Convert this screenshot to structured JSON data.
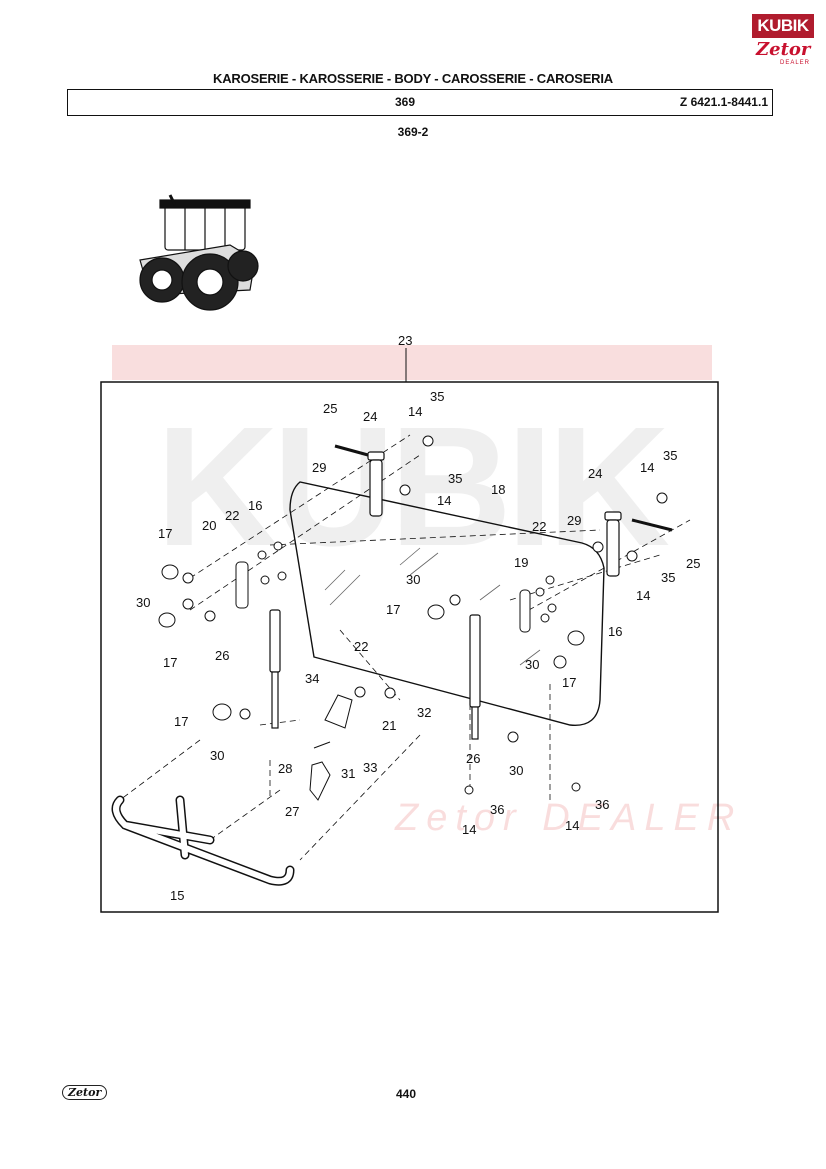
{
  "header": {
    "title": "KAROSERIE - KAROSSERIE - BODY - CAROSSERIE - CAROSERIA",
    "group_code": "369",
    "model_range": "Z 6421.1-8441.1",
    "subgroup": "369-2"
  },
  "logo": {
    "brand_line1": "KUBIK",
    "brand_line2": "Zetor",
    "brand_line3": "DEALER"
  },
  "footer": {
    "page_number": "440",
    "logo_text": "Zetor"
  },
  "watermark": {
    "text": "KUBIK",
    "sub": "Zetor DEALER"
  },
  "callouts": [
    {
      "id": "c23",
      "label": "23"
    },
    {
      "id": "c25a",
      "label": "25"
    },
    {
      "id": "c24a",
      "label": "24"
    },
    {
      "id": "c14a",
      "label": "14"
    },
    {
      "id": "c35a",
      "label": "35"
    },
    {
      "id": "c29a",
      "label": "29"
    },
    {
      "id": "c35b",
      "label": "35"
    },
    {
      "id": "c14b",
      "label": "14"
    },
    {
      "id": "c18",
      "label": "18"
    },
    {
      "id": "c24b",
      "label": "24"
    },
    {
      "id": "c14c",
      "label": "14"
    },
    {
      "id": "c35c",
      "label": "35"
    },
    {
      "id": "c22a",
      "label": "22"
    },
    {
      "id": "c16a",
      "label": "16"
    },
    {
      "id": "c20",
      "label": "20"
    },
    {
      "id": "c17a",
      "label": "17"
    },
    {
      "id": "c29b",
      "label": "29"
    },
    {
      "id": "c25b",
      "label": "25"
    },
    {
      "id": "c22b",
      "label": "22"
    },
    {
      "id": "c35d",
      "label": "35"
    },
    {
      "id": "c19",
      "label": "19"
    },
    {
      "id": "c30a",
      "label": "30"
    },
    {
      "id": "c14d",
      "label": "14"
    },
    {
      "id": "c30b",
      "label": "30"
    },
    {
      "id": "c17b",
      "label": "17"
    },
    {
      "id": "c16b",
      "label": "16"
    },
    {
      "id": "c17c",
      "label": "17"
    },
    {
      "id": "c26a",
      "label": "26"
    },
    {
      "id": "c30c",
      "label": "30"
    },
    {
      "id": "c17d",
      "label": "17"
    },
    {
      "id": "c22c",
      "label": "22"
    },
    {
      "id": "c34",
      "label": "34"
    },
    {
      "id": "c32",
      "label": "32"
    },
    {
      "id": "c21",
      "label": "21"
    },
    {
      "id": "c17e",
      "label": "17"
    },
    {
      "id": "c30d",
      "label": "30"
    },
    {
      "id": "c26b",
      "label": "26"
    },
    {
      "id": "c28",
      "label": "28"
    },
    {
      "id": "c31",
      "label": "31"
    },
    {
      "id": "c33",
      "label": "33"
    },
    {
      "id": "c30e",
      "label": "30"
    },
    {
      "id": "c27",
      "label": "27"
    },
    {
      "id": "c36a",
      "label": "36"
    },
    {
      "id": "c36b",
      "label": "36"
    },
    {
      "id": "c14e",
      "label": "14"
    },
    {
      "id": "c14f",
      "label": "14"
    },
    {
      "id": "c15",
      "label": "15"
    }
  ]
}
